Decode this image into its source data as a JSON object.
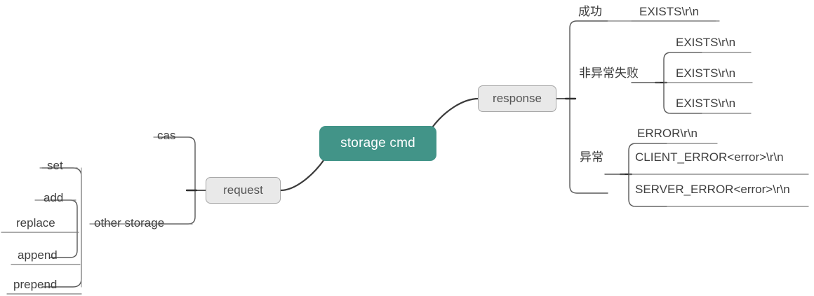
{
  "diagram": {
    "title_node": "storage cmd",
    "colors": {
      "central_fill": "#429488",
      "central_text": "#ffffff",
      "sub_fill": "#e9e9e9",
      "sub_border": "#a6a6a6",
      "line": "#595959",
      "text": "#404040",
      "background": "#ffffff"
    },
    "central": {
      "label": "storage cmd"
    },
    "request_branch": {
      "label": "request",
      "children": [
        {
          "label": "cas",
          "children": []
        },
        {
          "label": "other storage",
          "children": [
            {
              "label": "set"
            },
            {
              "label": "add"
            },
            {
              "label": "replace"
            },
            {
              "label": "append"
            },
            {
              "label": "prepend"
            }
          ]
        }
      ]
    },
    "response_branch": {
      "label": "response",
      "children": [
        {
          "label": "成功",
          "children": [
            {
              "label": "EXISTS\\r\\n"
            }
          ]
        },
        {
          "label": "非异常失败",
          "children": [
            {
              "label": "EXISTS\\r\\n"
            },
            {
              "label": "EXISTS\\r\\n"
            },
            {
              "label": "EXISTS\\r\\n"
            }
          ]
        },
        {
          "label": "异常",
          "children": [
            {
              "label": "ERROR\\r\\n"
            },
            {
              "label": "CLIENT_ERROR<error>\\r\\n"
            },
            {
              "label": "SERVER_ERROR<error>\\r\\n"
            }
          ]
        }
      ]
    }
  }
}
